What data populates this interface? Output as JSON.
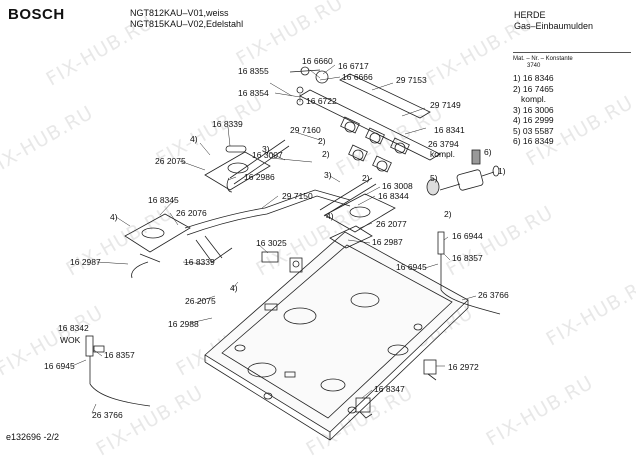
{
  "header": {
    "brand": "BOSCH",
    "model_line1": "NGT812KAU–V01,weiss",
    "model_line2": "NGT815KAU–V02,Edelstahl",
    "category_line1": "HERDE",
    "category_line2": "Gas–Einbaumulden"
  },
  "sidebar": {
    "header_line1": "Mat. – Nr. – Konstante",
    "header_line2": "3740",
    "items": [
      "1) 16 8346",
      "2) 16 7465",
      "kompl.",
      "3) 16 3006",
      "4) 16 2999",
      "5) 03 5587",
      "6) 16 8349"
    ]
  },
  "footer": {
    "doc_id": "e132696 -2/2"
  },
  "watermark": "FIX-HUB.RU",
  "labels": {
    "p168355": "16 8355",
    "p166660": "16 6660",
    "p166717": "16 6717",
    "p166666": "16 6666",
    "p297153": "29 7153",
    "p168354": "16 8354",
    "p166722": "16 6722",
    "p297149": "29 7149",
    "p168339a": "16 8339",
    "p297160": "29 7160",
    "p168341": "16 8341",
    "p263794": "26 3794",
    "kompl": "kompl.",
    "n4a": "4)",
    "n3a": "3)",
    "n2a": "2)",
    "n5": "5)",
    "n6": "6)",
    "n1": "1)",
    "n2b": "2)",
    "n2c": "2)",
    "n2d": "2)",
    "p262075a": "26 2075",
    "p163007": "16 3007",
    "p162986": "16 2986",
    "n3b": "3)",
    "p163008": "16 3008",
    "p168345": "16 8345",
    "p297150": "29 7150",
    "p168344": "16 8344",
    "n4b": "4)",
    "p262076": "26 2076",
    "p262077": "26 2077",
    "n4c": "4)",
    "p163025": "16 3025",
    "p162987a": "16 2987",
    "p166944": "16 6944",
    "p162987b": "16 2987",
    "p168339b": "16 8339",
    "p168357a": "16 8357",
    "p166945a": "16 6945",
    "n4d": "4)",
    "p263766a": "26 3766",
    "p262075b": "26 2075",
    "p162988": "16 2988",
    "p168342": "16 8342",
    "wok": "WOK",
    "p168357b": "16 8357",
    "p166945b": "16 6945",
    "p162972": "16 2972",
    "p168347": "16 8347",
    "p263766b": "26 3766"
  }
}
